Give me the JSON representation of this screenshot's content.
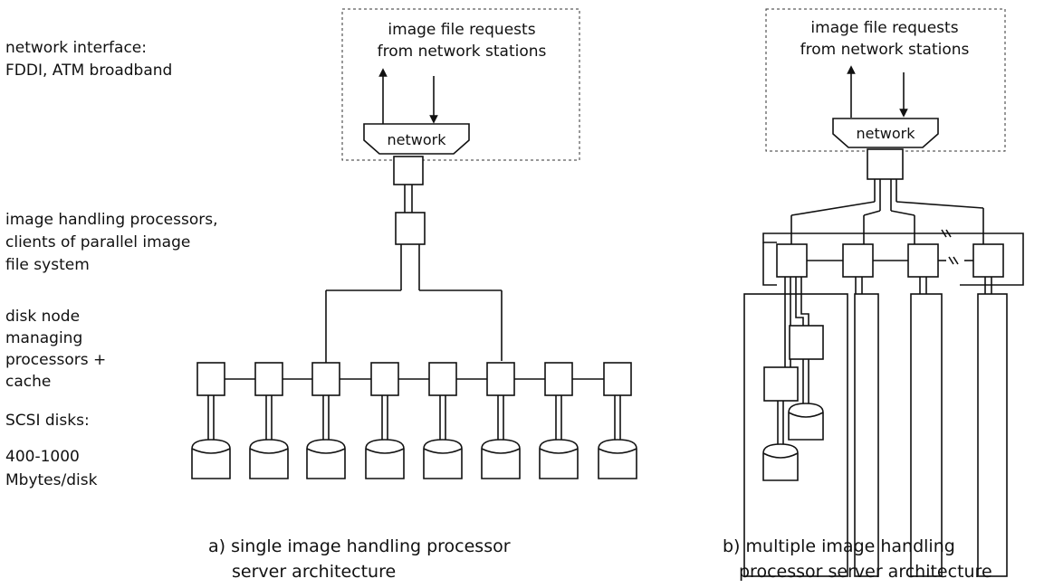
{
  "labels": {
    "network_interface": [
      "network interface:",
      "FDDI, ATM  broadband"
    ],
    "image_handling": [
      "image handling processors,",
      "clients of parallel image",
      "file system"
    ],
    "disk_node": [
      "disk node",
      "managing",
      "processors  +",
      "cache"
    ],
    "scsi": [
      "SCSI disks:"
    ],
    "capacity": [
      "400-1000",
      "Mbytes/disk"
    ]
  },
  "panel_a": {
    "request_text": [
      "image  file  requests",
      "from  network  stations"
    ],
    "network_label": "network",
    "caption": [
      "a)  single  image  handling  processor",
      "server  architecture"
    ]
  },
  "panel_b": {
    "request_text": [
      "image  file  requests",
      "from  network  stations"
    ],
    "network_label": "network",
    "caption": [
      "b) multiple  image  handling",
      "processor  server  architecture"
    ]
  }
}
